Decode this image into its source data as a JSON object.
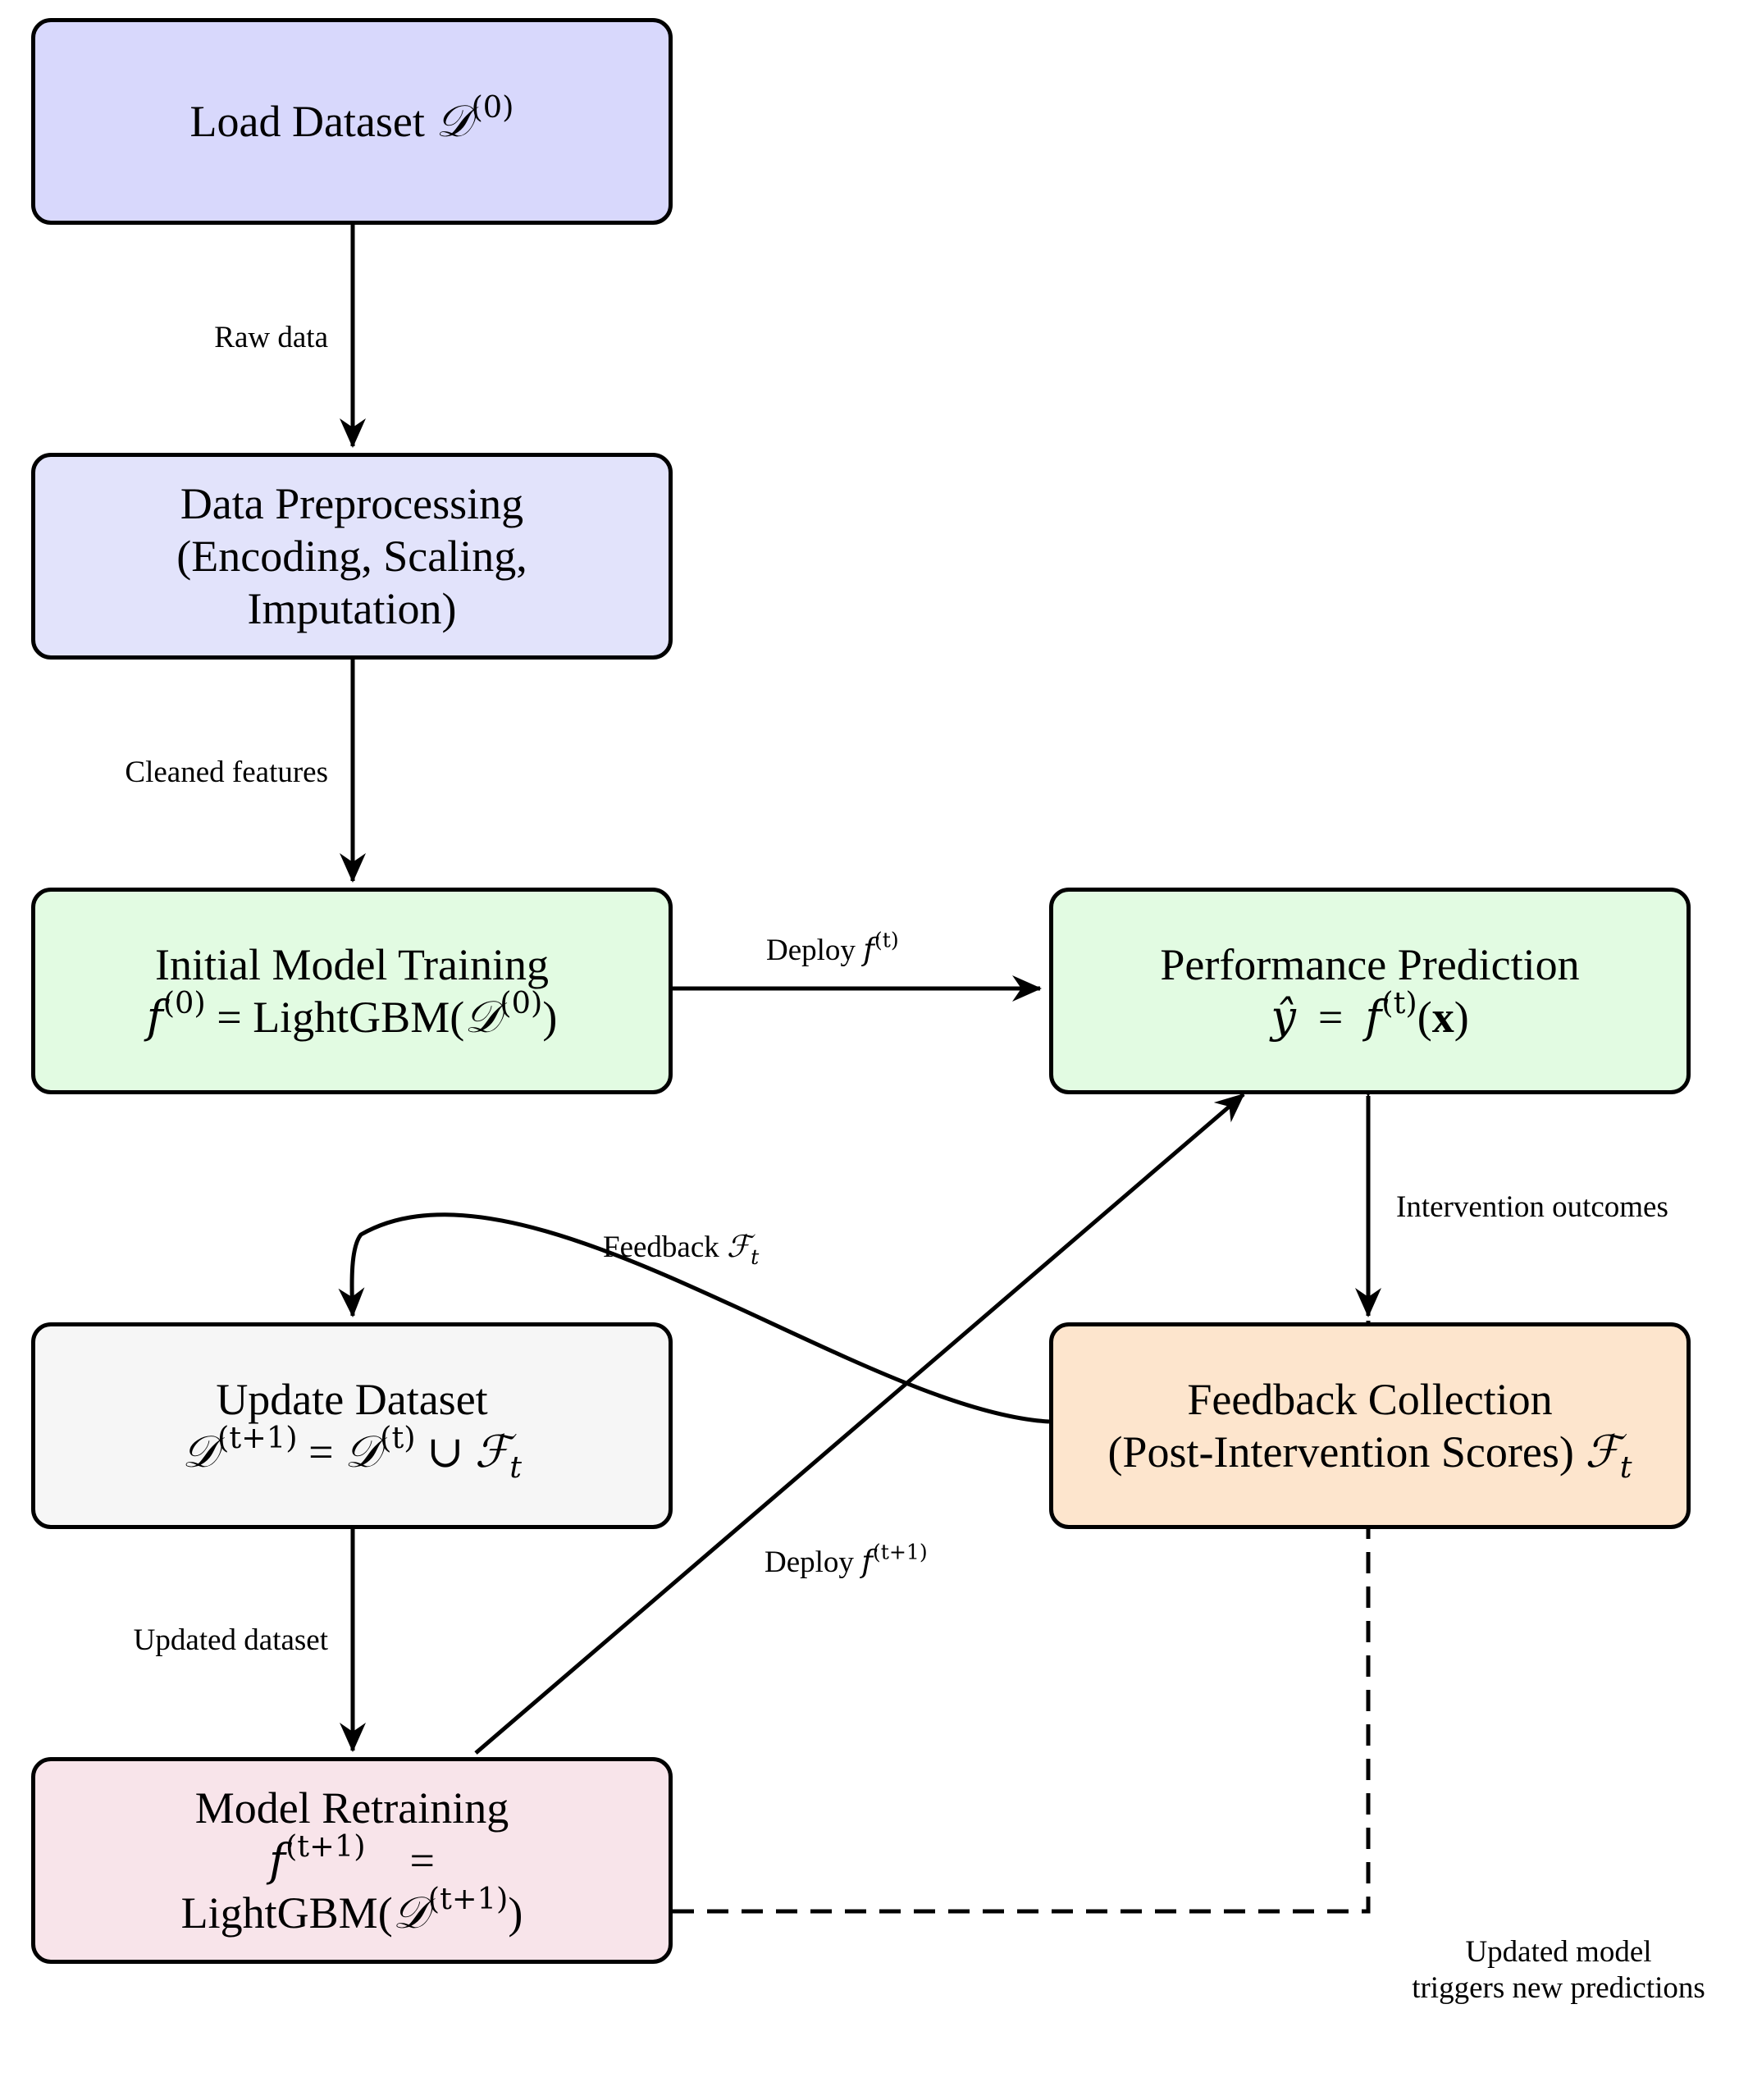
{
  "nodes": {
    "load_dataset": {
      "label": "Load Dataset",
      "symbol": "𝒟",
      "superscript": "(0)",
      "fill": "#d8d8fc"
    },
    "preprocessing": {
      "line1": "Data Preprocessing",
      "line2": "(Encoding, Scaling,",
      "line3": "Imputation)",
      "fill": "#e2e3fb"
    },
    "initial_training": {
      "line1": "Initial Model Training",
      "func": "f",
      "func_sup": "(0)",
      "equals": "=",
      "model": "LightGBM(",
      "dataset": "𝒟",
      "dataset_sup": "(0)",
      "close": ")",
      "fill": "#e2fbe2"
    },
    "performance_prediction": {
      "line1": "Performance Prediction",
      "yhat": "ŷ",
      "equals": "=",
      "func": "f",
      "func_sup": "(t)",
      "open": "(",
      "x": "x",
      "close": ")",
      "fill": "#e2fbe2"
    },
    "update_dataset": {
      "line1": "Update Dataset",
      "lhs": "𝒟",
      "lhs_sup": "(t+1)",
      "equals": "=",
      "rhs": "𝒟",
      "rhs_sup": "(t)",
      "union": "∪",
      "feedback": "ℱ",
      "feedback_sub": "t",
      "fill": "#f6f6f6"
    },
    "feedback_collection": {
      "line1": "Feedback Collection",
      "line2": "(Post-Intervention Scores)",
      "feedback": "ℱ",
      "feedback_sub": "t",
      "fill": "#fde5cd"
    },
    "model_retraining": {
      "line1": "Model Retraining",
      "func": "f",
      "func_sup": "(t+1)",
      "equals": "=",
      "model": "LightGBM(",
      "dataset": "𝒟",
      "dataset_sup": "(t+1)",
      "close": ")",
      "fill": "#f8e4ea"
    }
  },
  "edges": {
    "raw_data": "Raw data",
    "cleaned_features": "Cleaned features",
    "deploy_t": {
      "text": "Deploy",
      "func": "f",
      "sup": "(t)"
    },
    "intervention_outcomes": "Intervention outcomes",
    "feedback_ft": {
      "text": "Feedback",
      "sym": "ℱ",
      "sub": "t"
    },
    "updated_dataset": "Updated dataset",
    "deploy_t1": {
      "text": "Deploy",
      "func": "f",
      "sup": "(t+1)"
    },
    "updated_model_line1": "Updated model",
    "updated_model_line2": "triggers new predictions"
  }
}
